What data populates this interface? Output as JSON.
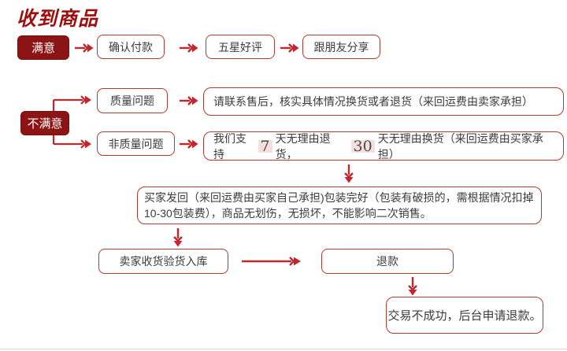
{
  "title": "收到商品",
  "colors": {
    "title_red": "#9e0e0e",
    "solid_fill": "#8c1414",
    "box_border": "#b13a30",
    "arrow_red": "#c1272d",
    "text": "#3b3b3b",
    "number_highlight_bg": "#f4dfdf"
  },
  "nodes": {
    "satisfied": {
      "label": "满意"
    },
    "confirm_payment": {
      "label": "确认付款"
    },
    "five_star_review": {
      "label": "五星好评"
    },
    "share_with_friends": {
      "label": "跟朋友分享"
    },
    "unsatisfied": {
      "label": "不满意"
    },
    "quality_issue": {
      "label": "质量问题"
    },
    "non_quality_issue": {
      "label": "非质量问题"
    },
    "quality_detail": {
      "label": "请联系售后，核实具体情况换货或者退货（来回运费由卖家承担）"
    },
    "policy": {
      "prefix": "我们支持",
      "days_return": "7",
      "middle": "天无理由退货，",
      "days_exchange": "30",
      "suffix": "天无理由换货（来回运费由买家承担）"
    },
    "return_requirement": {
      "label": "买家发回（来回运费由买家自己承担)包装完好（包装有破损的，需根据情况扣掉10-30包装费），商品无划伤，无损坏，不能影响二次销售。"
    },
    "seller_inspect": {
      "label": "卖家收货验货入库"
    },
    "refund": {
      "label": "退款"
    },
    "final_note": {
      "label": "交易不成功，后台申请退款。"
    }
  },
  "edges": [
    "满意 → 确认付款 → 五星好评 → 跟朋友分享",
    "不满意 → 质量问题 → 售后换货或退货说明",
    "不满意 → 非质量问题 → 7天退货/30天换货政策",
    "政策 → 买家发回要求 → 卖家收货验货入库 → 退款 → 交易不成功，后台申请退款"
  ]
}
